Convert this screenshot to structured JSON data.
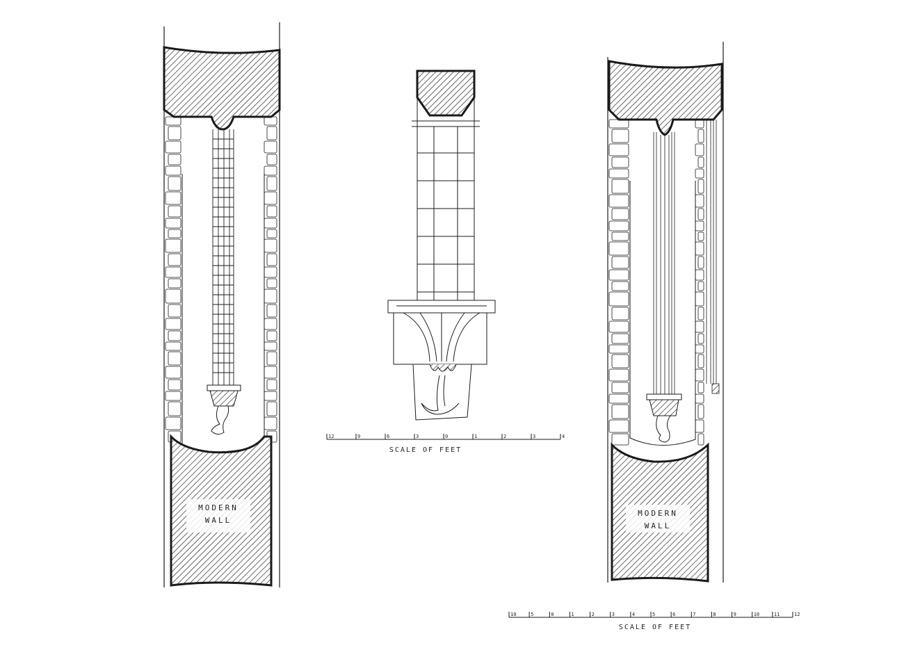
{
  "panels": {
    "left": {
      "wall_label_line1": "MODERN",
      "wall_label_line2": "WALL"
    },
    "middle": {},
    "right": {
      "wall_label_line1": "MODERN",
      "wall_label_line2": "WALL"
    }
  },
  "scales": {
    "small": {
      "title": "SCALE OF FEET",
      "tick_labels": [
        "12",
        "9",
        "6",
        "3",
        "0",
        "1",
        "2",
        "3",
        "4"
      ]
    },
    "large": {
      "title": "SCALE OF FEET",
      "tick_labels": [
        "10",
        "5",
        "0",
        "1",
        "2",
        "3",
        "4",
        "5",
        "6",
        "7",
        "8",
        "9",
        "10",
        "11",
        "12"
      ]
    }
  },
  "colors": {
    "ink": "#1a1a1a",
    "paper": "#ffffff"
  }
}
